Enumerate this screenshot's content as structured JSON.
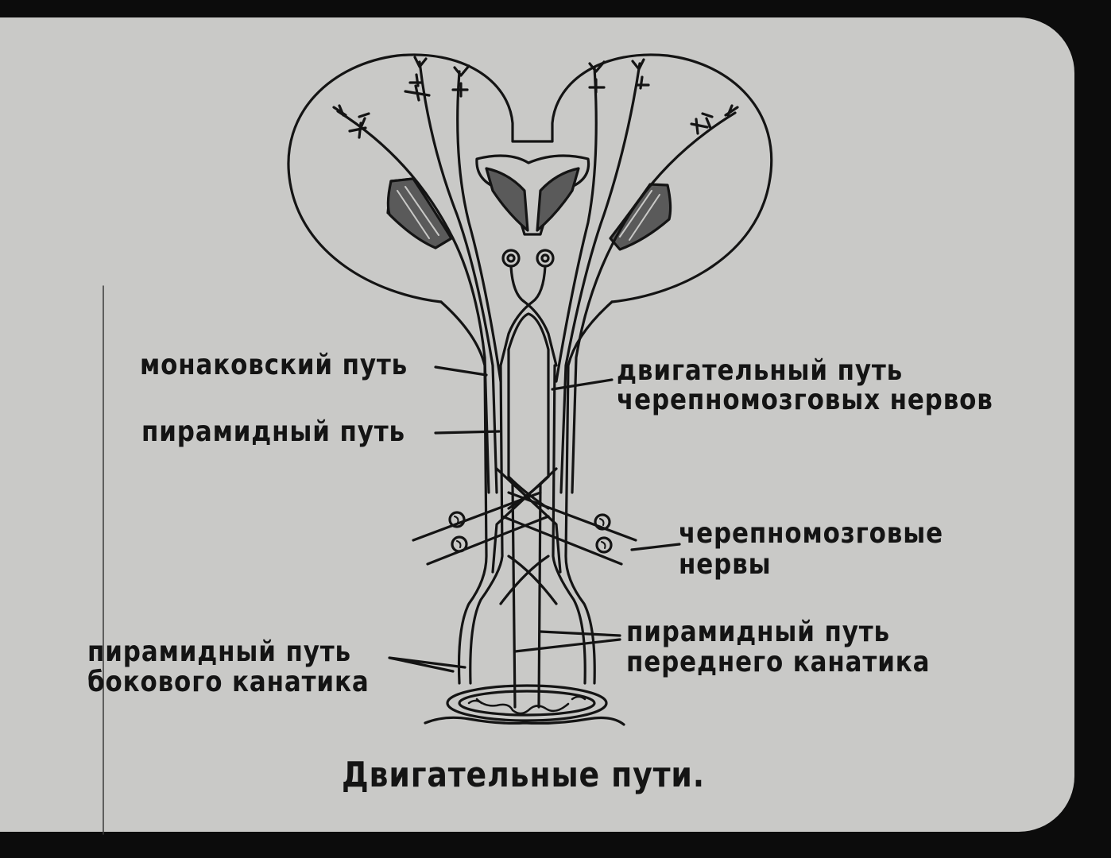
{
  "title": "Двигательные пути.",
  "labels": {
    "monakov_tract": "монаковский путь",
    "pyramidal_tract": "пирамидный путь",
    "cranial_motor_tract_line1": "двигательный путь",
    "cranial_motor_tract_line2": "черепномозговых нервов",
    "cranial_nerves_line1": "черепномозговые",
    "cranial_nerves_line2": "нервы",
    "lateral_pyramidal_line1": "пирамидный путь",
    "lateral_pyramidal_line2": "бокового канатика",
    "anterior_pyramidal_line1": "пирамидный путь",
    "anterior_pyramidal_line2": "переднего канатика"
  },
  "colors": {
    "background": "#c9c9c7",
    "ink": "#141414",
    "frame": "#0c0c0c",
    "hatch": "#5a5a5a"
  }
}
